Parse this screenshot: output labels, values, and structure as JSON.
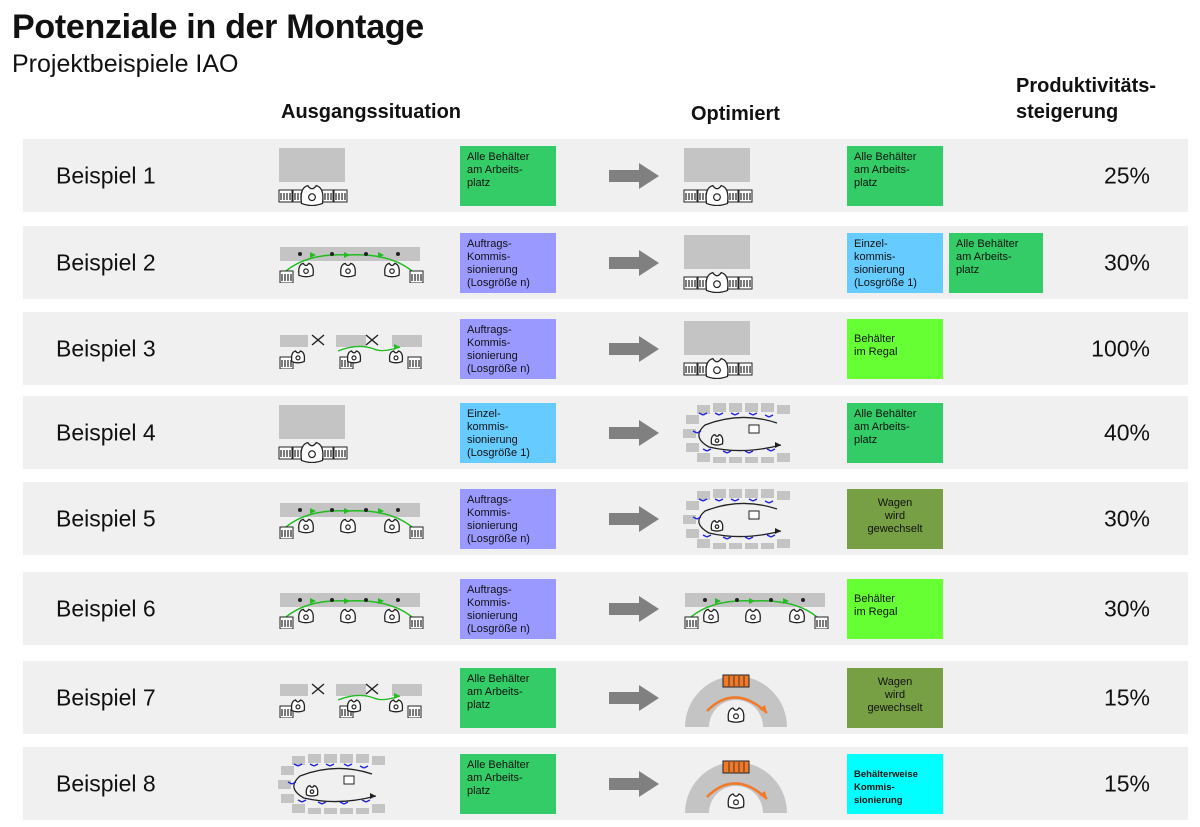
{
  "title": "Potenziale in der Montage",
  "subtitle": "Projektbeispiele IAO",
  "headers": {
    "ausgang": "Ausgangssituation",
    "optimiert": "Optimiert",
    "produktivitaet": [
      "Produktivitäts-",
      "steigerung"
    ]
  },
  "colors": {
    "row_bg": "#f0f0f0",
    "green": "#33cc66",
    "lime": "#66ff33",
    "blue": "#9999ff",
    "sky": "#66ccff",
    "olive": "#77a044",
    "cyan": "#00ffff",
    "arrow": "#808080"
  },
  "icons": [
    "workstation-icon",
    "assembly-line-icon",
    "split-line-icon",
    "u-cell-icon",
    "arc-station-icon",
    "arrow-right-icon"
  ],
  "rows": [
    {
      "label": "Beispiel 1",
      "percent": "25%",
      "before_icon": "workstation-icon",
      "before_tag": {
        "lines": [
          "Alle Behälter",
          "am Arbeits-",
          "platz"
        ],
        "color": "green"
      },
      "after_icon": "workstation-icon",
      "after_tags": [
        {
          "lines": [
            "Alle Behälter",
            "am Arbeits-",
            "platz"
          ],
          "color": "green"
        }
      ]
    },
    {
      "label": "Beispiel 2",
      "percent": "30%",
      "before_icon": "assembly-line-icon",
      "before_tag": {
        "lines": [
          "Auftrags-",
          "Kommis-",
          "sionierung",
          "(Losgröße n)"
        ],
        "color": "blue"
      },
      "after_icon": "workstation-icon",
      "after_tags": [
        {
          "lines": [
            "Einzel-",
            "kommis-",
            "sionierung",
            "(Losgröße 1)"
          ],
          "color": "sky"
        },
        {
          "lines": [
            "Alle Behälter",
            "am Arbeits-",
            "platz"
          ],
          "color": "green"
        }
      ]
    },
    {
      "label": "Beispiel 3",
      "percent": "100%",
      "before_icon": "split-line-icon",
      "before_tag": {
        "lines": [
          "Auftrags-",
          "Kommis-",
          "sionierung",
          "(Losgröße n)"
        ],
        "color": "blue"
      },
      "after_icon": "workstation-icon",
      "after_tags": [
        {
          "lines": [
            "Behälter",
            "im Regal"
          ],
          "color": "lime"
        }
      ]
    },
    {
      "label": "Beispiel 4",
      "percent": "40%",
      "before_icon": "workstation-icon",
      "before_tag": {
        "lines": [
          "Einzel-",
          "kommis-",
          "sionierung",
          "(Losgröße 1)"
        ],
        "color": "sky"
      },
      "after_icon": "u-cell-icon",
      "after_tags": [
        {
          "lines": [
            "Alle Behälter",
            "am Arbeits-",
            "platz"
          ],
          "color": "green"
        }
      ]
    },
    {
      "label": "Beispiel 5",
      "percent": "30%",
      "before_icon": "assembly-line-icon",
      "before_tag": {
        "lines": [
          "Auftrags-",
          "Kommis-",
          "sionierung",
          "(Losgröße n)"
        ],
        "color": "blue"
      },
      "after_icon": "u-cell-icon",
      "after_tags": [
        {
          "lines": [
            "Wagen",
            "wird",
            "gewechselt"
          ],
          "color": "olive"
        }
      ]
    },
    {
      "label": "Beispiel 6",
      "percent": "30%",
      "before_icon": "assembly-line-icon",
      "before_tag": {
        "lines": [
          "Auftrags-",
          "Kommis-",
          "sionierung",
          "(Losgröße n)"
        ],
        "color": "blue"
      },
      "after_icon": "assembly-line-icon",
      "after_tags": [
        {
          "lines": [
            "Behälter",
            "im Regal"
          ],
          "color": "lime"
        }
      ]
    },
    {
      "label": "Beispiel 7",
      "percent": "15%",
      "before_icon": "split-line-icon",
      "before_tag": {
        "lines": [
          "Alle Behälter",
          "am Arbeits-",
          "platz"
        ],
        "color": "green"
      },
      "after_icon": "arc-station-icon",
      "after_tags": [
        {
          "lines": [
            "Wagen",
            "wird",
            "gewechselt"
          ],
          "color": "olive"
        }
      ]
    },
    {
      "label": "Beispiel 8",
      "percent": "15%",
      "before_icon": "u-cell-icon",
      "before_tag": {
        "lines": [
          "Alle Behälter",
          "am Arbeits-",
          "platz"
        ],
        "color": "green"
      },
      "after_icon": "arc-station-icon",
      "after_tags": [
        {
          "lines": [
            "Behälterweise",
            "Kommis-",
            "sionierung"
          ],
          "color": "cyan"
        }
      ]
    }
  ]
}
